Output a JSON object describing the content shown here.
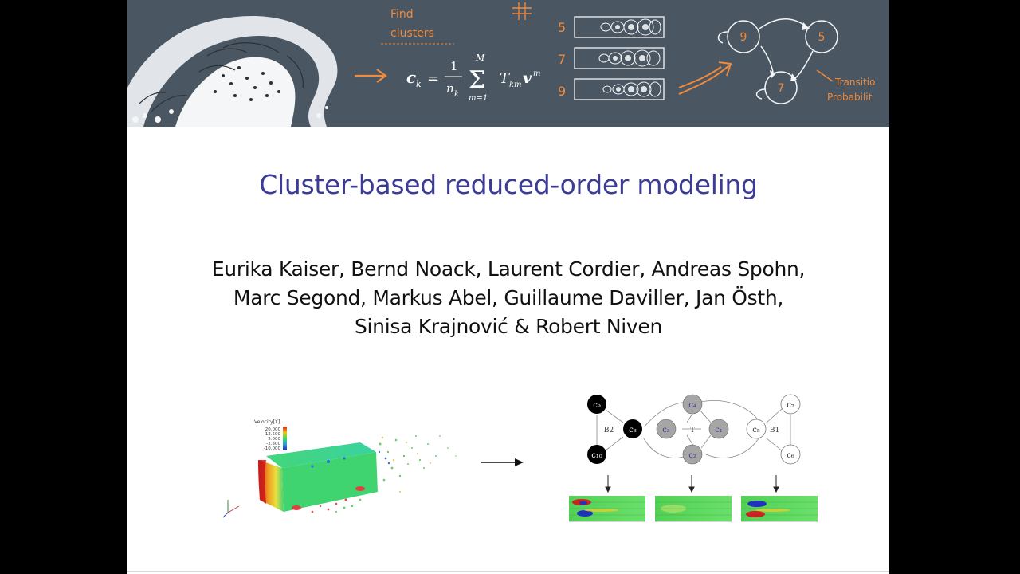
{
  "banner": {
    "find_clusters_line1": "Find",
    "find_clusters_line2": "clusters",
    "formula": {
      "lhs": "c",
      "lhs_sub": "k",
      "eq": "=",
      "frac_num": "1",
      "frac_den": "n",
      "frac_den_sub": "k",
      "sum_upper": "M",
      "sum_lower": "m=1",
      "term": "T",
      "term_sub": "km",
      "vec": "v",
      "vec_sup": "m"
    },
    "cluster_labels": [
      "5",
      "7",
      "9"
    ],
    "graph_nodes": [
      "9",
      "5",
      "7"
    ],
    "transition_line1": "Transitio",
    "transition_line2": "Probabilit"
  },
  "title": "Cluster-based reduced-order modeling",
  "authors": [
    "Eurika Kaiser, Bernd Noack, Laurent Cordier, Andreas Spohn,",
    "Marc Segond, Markus Abel, Guillaume Daviller, Jan Östh,",
    "Sinisa Krajnović & Robert Niven"
  ],
  "flow_figure": {
    "legend_title": "Velocity[X]",
    "legend_values": [
      "20.000",
      "12.500",
      "5.000",
      "-2.500",
      "-10.000"
    ]
  },
  "cluster_graph": {
    "nodes": {
      "c9": "c₉",
      "c8": "c₈",
      "c10": "c₁₀",
      "c4": "c₄",
      "c3": "c₃",
      "c1": "c₁",
      "c2": "c₂",
      "c5": "c₅",
      "c7": "c₇",
      "c6": "c₆"
    },
    "groups": {
      "b2": "B2",
      "t": "T",
      "b1": "B1"
    }
  },
  "colors": {
    "title": "#3c3c96",
    "banner_bg": "#4a5662",
    "banner_accent": "#f08a3c"
  }
}
